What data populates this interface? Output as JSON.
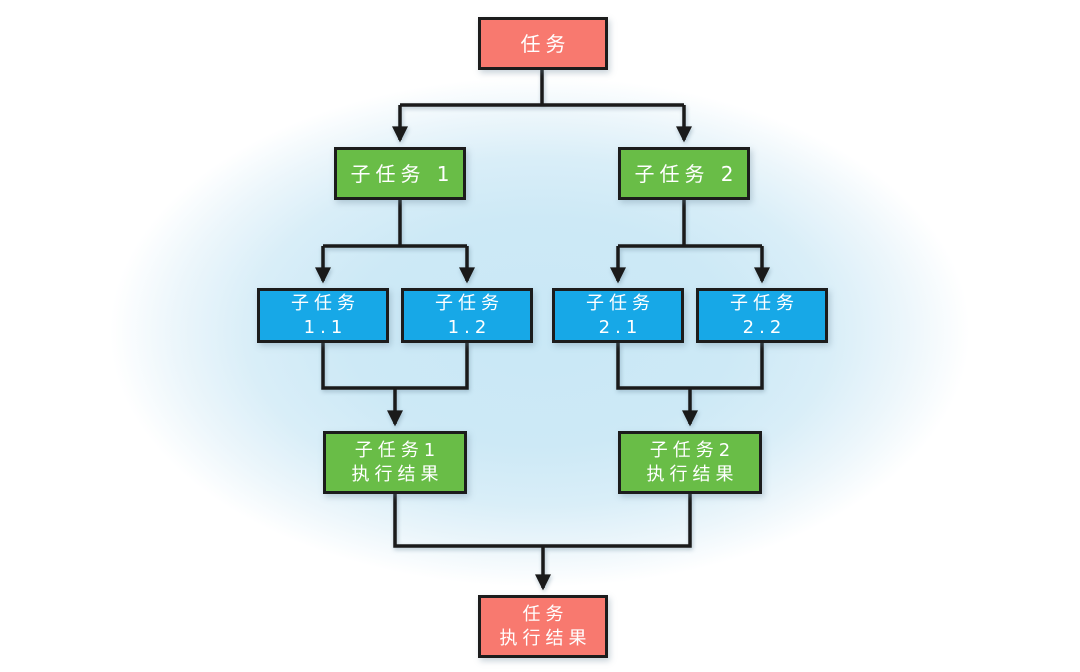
{
  "diagram": {
    "name": "task-decomposition-flowchart",
    "colors": {
      "task_node": "#f8796f",
      "subtask_node": "#69bd47",
      "leaf_node": "#17a8e7",
      "connector": "#1a1a1a",
      "node_border": "#1c1c1c",
      "node_text": "#ffffff",
      "background_glow": "#c9e8f6",
      "background": "#ffffff"
    },
    "nodes": {
      "task": {
        "lines": [
          "任务"
        ]
      },
      "sub1": {
        "lines": [
          "子任务 1"
        ]
      },
      "sub2": {
        "lines": [
          "子任务 2"
        ]
      },
      "sub11": {
        "lines": [
          "子任务",
          "1.1"
        ]
      },
      "sub12": {
        "lines": [
          "子任务",
          "1.2"
        ]
      },
      "sub21": {
        "lines": [
          "子任务",
          "2.1"
        ]
      },
      "sub22": {
        "lines": [
          "子任务",
          "2.2"
        ]
      },
      "res1": {
        "lines": [
          "子任务1",
          "执行结果"
        ]
      },
      "res2": {
        "lines": [
          "子任务2",
          "执行结果"
        ]
      },
      "final": {
        "lines": [
          "任务",
          "执行结果"
        ]
      }
    },
    "edges": [
      {
        "from": "task",
        "to": "sub1"
      },
      {
        "from": "task",
        "to": "sub2"
      },
      {
        "from": "sub1",
        "to": "sub11"
      },
      {
        "from": "sub1",
        "to": "sub12"
      },
      {
        "from": "sub2",
        "to": "sub21"
      },
      {
        "from": "sub2",
        "to": "sub22"
      },
      {
        "from": "sub11",
        "to": "res1"
      },
      {
        "from": "sub12",
        "to": "res1"
      },
      {
        "from": "sub21",
        "to": "res2"
      },
      {
        "from": "sub22",
        "to": "res2"
      },
      {
        "from": "res1",
        "to": "final"
      },
      {
        "from": "res2",
        "to": "final"
      }
    ]
  }
}
